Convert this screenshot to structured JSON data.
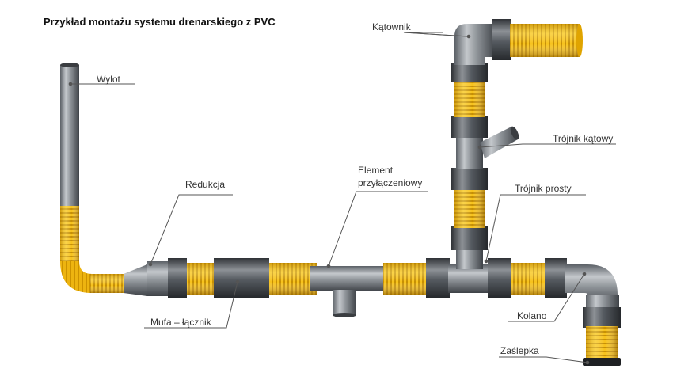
{
  "title": "Przykład montażu systemu drenarskiego z PVC",
  "labels": {
    "wylot": "Wylot",
    "redukcja": "Redukcja",
    "mufa": "Mufa – łącznik",
    "element_line1": "Element",
    "element_line2": "przyłączeniowy",
    "katownik": "Kątownik",
    "trojnik_katowy": "Trójnik kątowy",
    "trojnik_prosty": "Trójnik prosty",
    "kolano": "Kolano",
    "zaslepka": "Zaślepka"
  },
  "colors": {
    "pipe_gray": "#8c9096",
    "pipe_dark": "#3f4348",
    "corrugated_yellow": "#f2b705",
    "leader_line": "#555555"
  }
}
